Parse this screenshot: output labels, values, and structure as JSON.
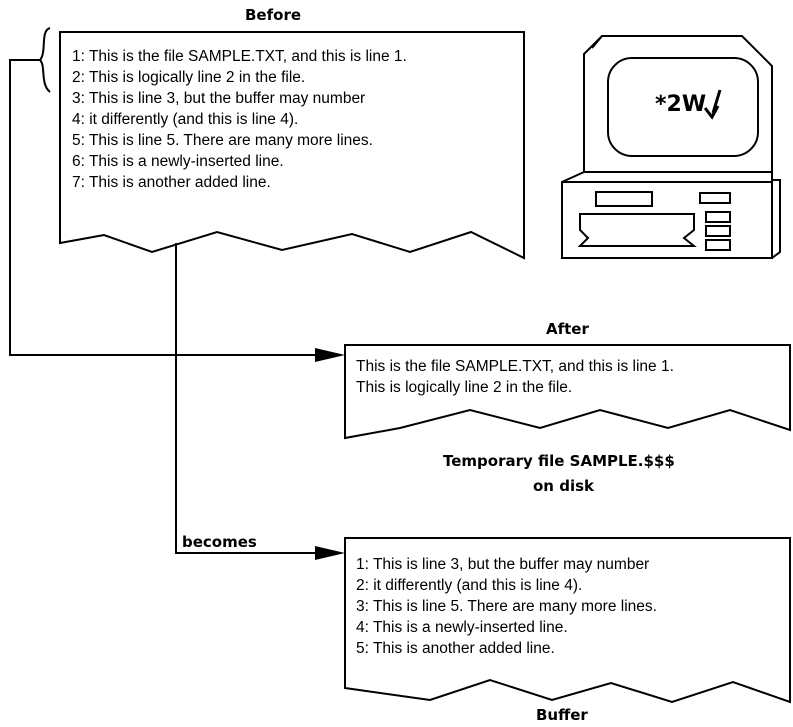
{
  "before": {
    "label": "Before",
    "lines": [
      "1: This is the file SAMPLE.TXT, and this is line 1.",
      "2: This is logically line 2 in the file.",
      "3: This is line 3, but the buffer may number",
      "4: it differently (and this is line 4).",
      "5: This is line 5. There are many more lines.",
      "6: This is a newly-inserted line.",
      "7: This is another added line."
    ]
  },
  "terminal": {
    "command": "*2W"
  },
  "after": {
    "label": "After",
    "lines": [
      "This is the file SAMPLE.TXT, and this is line 1.",
      "This is logically line 2 in the file."
    ],
    "caption_line1": "Temporary file SAMPLE.$$$",
    "caption_line2": "on disk"
  },
  "arrow_label": "becomes",
  "buffer": {
    "label": "Buffer",
    "lines": [
      "1: This is line 3, but the buffer may number",
      "2: it differently (and this is line 4).",
      "3: This is line 5. There are many more lines.",
      "4: This is a newly-inserted line.",
      "5: This is another added line."
    ]
  }
}
